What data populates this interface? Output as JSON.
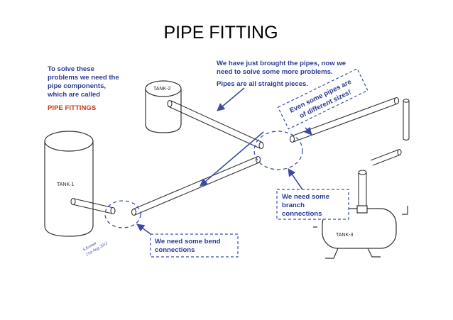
{
  "title": "PIPE FITTING",
  "notes": {
    "intro_lines": [
      "To solve these",
      "problems we need the",
      "pipe components,",
      "which are called"
    ],
    "intro_emphasis": "PIPE FITTINGS",
    "top_lines": [
      "We have just brought the pipes, now we",
      "need to solve some more problems."
    ],
    "straight": "Pipes are all straight pieces.",
    "sizes_lines": [
      "Even some pipes are",
      "of different sizes!"
    ],
    "branch_lines": [
      "We need some",
      "branch",
      "connections"
    ],
    "bend_lines": [
      "We need some bend",
      "connections"
    ]
  },
  "tanks": {
    "tank1": "TANK-1",
    "tank2": "TANK-2",
    "tank3": "TANK-3"
  },
  "signature_lines": [
    "S.Kumar",
    "21st Aug 2012"
  ],
  "colors": {
    "title": "#000000",
    "note_text": "#2b3a96",
    "emphasis": "#cc3a1a",
    "dashed": "#3a4fb0",
    "arrow": "#3a4aa8",
    "outline": "#333333"
  }
}
